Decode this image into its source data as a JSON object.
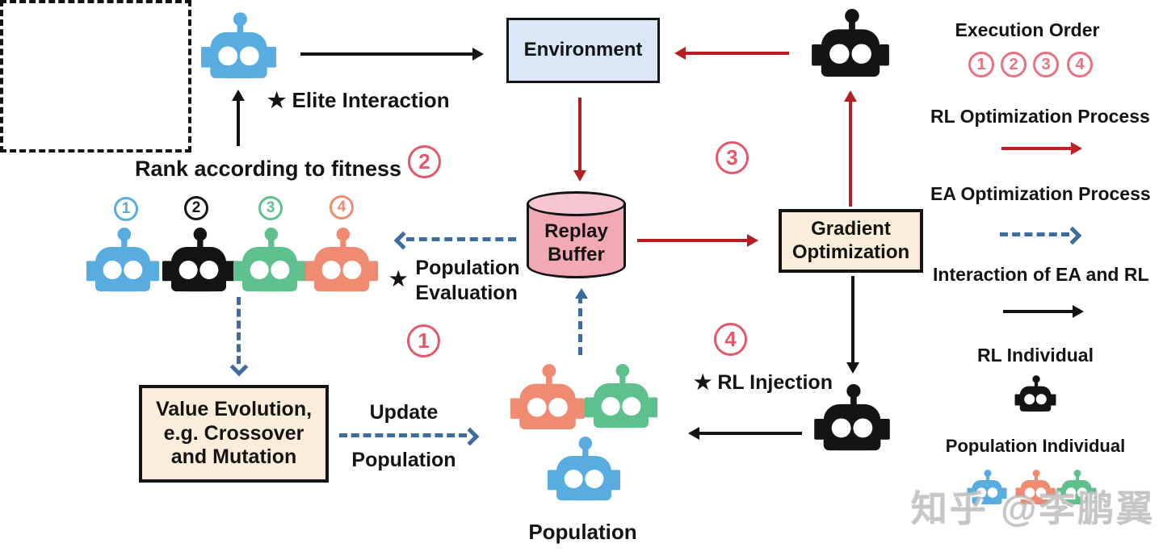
{
  "nodes": {
    "environment": "Environment",
    "replay_line1": "Replay",
    "replay_line2": "Buffer",
    "gradient_line1": "Gradient",
    "gradient_line2": "Optimization",
    "value_line1": "Value Evolution,",
    "value_line2": "e.g. Crossover",
    "value_line3": "and Mutation",
    "population_box_label": "Population"
  },
  "labels": {
    "elite_interaction": "★ Elite Interaction",
    "rank_fitness": "Rank according to fitness",
    "pop_eval_star": "★",
    "pop_eval_line1": "Population",
    "pop_eval_line2": "Evaluation",
    "rl_injection": "★ RL Injection",
    "update_line1": "Update",
    "update_line2": "Population"
  },
  "steps": {
    "s1": "1",
    "s2": "2",
    "s3": "3",
    "s4": "4"
  },
  "rank_badges": [
    "1",
    "2",
    "3",
    "4"
  ],
  "legend": {
    "execution_order_title": "Execution Order",
    "order": [
      "1",
      "2",
      "3",
      "4"
    ],
    "rl_process": "RL Optimization Process",
    "ea_process": "EA Optimization Process",
    "interaction": "Interaction of EA and RL",
    "rl_individual": "RL Individual",
    "population_individual": "Population Individual"
  },
  "watermark": "知乎 @李鹏翼",
  "colors": {
    "robot_blue": "#58ACE0",
    "robot_black": "#141414",
    "robot_green": "#5EC08D",
    "robot_orange": "#EE8B71",
    "rl_arrow_red": "#B51D22",
    "ea_arrow_blue": "#3D6D9E",
    "interaction_arrow_black": "#141414",
    "step_badge_pink": "#E4576B",
    "environment_fill": "#DBE7F6",
    "process_box_fill": "#FAEEDA",
    "replay_buffer_fill": "#F2A9B6",
    "replay_buffer_top_fill": "#F6C6D0"
  }
}
